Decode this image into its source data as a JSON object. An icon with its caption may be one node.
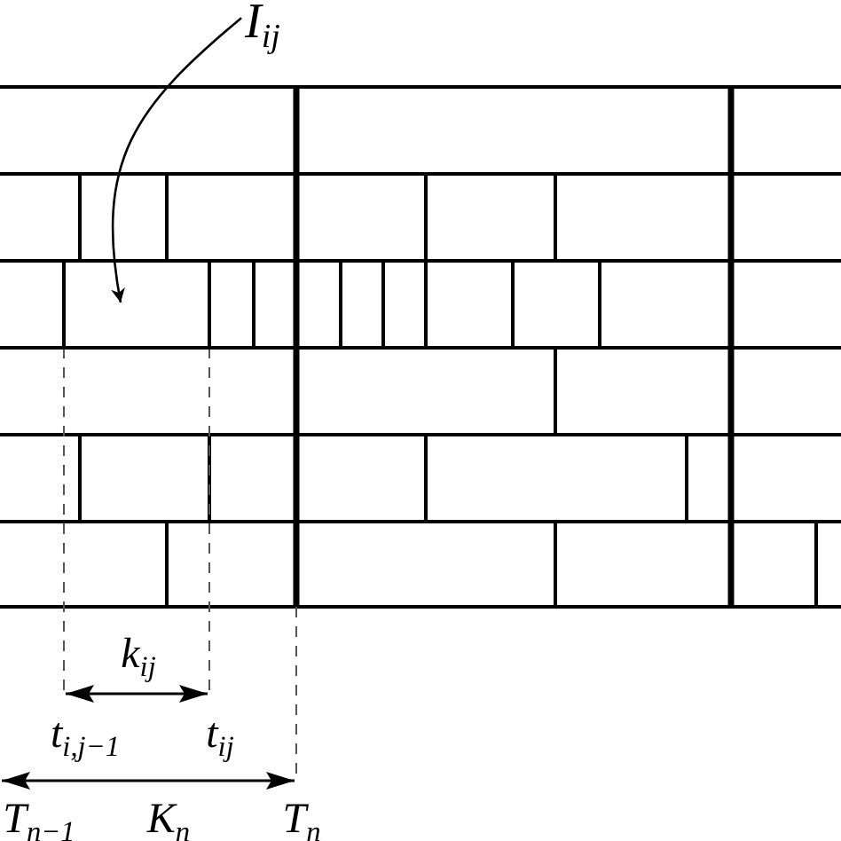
{
  "diagram": {
    "nodes": [
      {
        "text": [
          "I$_{ij}$"
        ]
      },
      {
        "text": [],
        "shape": "box"
      }
    ],
    "edges": [
      {
        "from": 0,
        "to": 1,
        "arrow": "to"
      }
    ],
    "labels": [
      "k$_{ij}$",
      "t$_{i,j−1}$",
      "t$_{ij}$",
      "T$_{n−1}$",
      "K$_{n}$",
      "T$_{n}$"
    ]
  }
}
